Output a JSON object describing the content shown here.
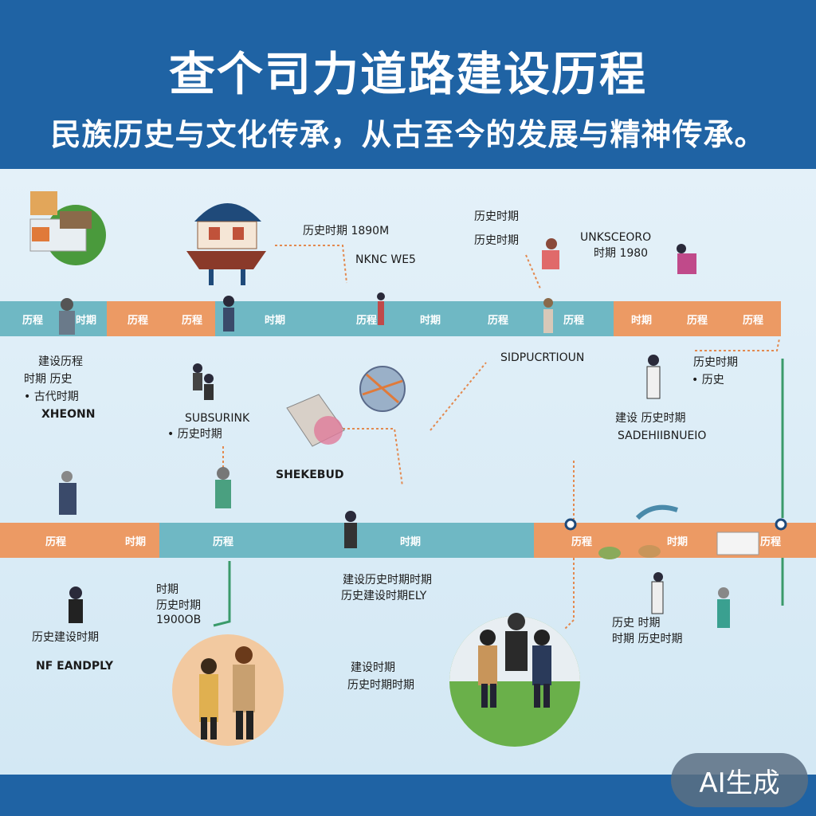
{
  "header": {
    "title": "查个司力道路建设历程",
    "subtitle": "民族历史与文化传承，从古至今的发展与精神传承。"
  },
  "timeline_top": [
    "历程",
    "时期",
    "历程",
    "历程",
    "时期",
    "历程",
    "时期",
    "历程",
    "历程",
    "时期",
    "历程",
    "历程"
  ],
  "timeline_bottom": [
    "历程",
    "时期",
    "历程",
    "时期",
    "历程",
    "时期",
    "历程"
  ],
  "labels": {
    "top_center_1": "历史时期 1890M",
    "top_center_2": "NKNC WE5",
    "top_right_1": "历史时期",
    "top_right_2": "历史时期",
    "top_far_right_1": "UNKSCEORO",
    "top_far_right_2": "时期 1980",
    "left_1": "建设历程",
    "left_2": "时期 历史",
    "left_3": "• 古代时期",
    "left_4": "XHEONN",
    "mid_left_1": "SUBSURINK",
    "mid_left_2": "• 历史时期",
    "mid_right": "SIDPUCRTIOUN",
    "right_1": "历史时期",
    "right_2": "• 历史",
    "right_3": "建设 历史时期",
    "right_4": "SADEHIIBNUEIO",
    "center_low": "SHEKEBUD",
    "lower_left_1": "时期",
    "lower_left_2": "历史时期",
    "lower_left_3": "1900OB",
    "lower_center_1": "建设历史时期时期",
    "lower_center_2": "历史建设时期ELY",
    "lower_right_1": "历史 时期",
    "lower_right_2": "时期 历史时期",
    "bottom_left_1": "历史建设时期",
    "bottom_left_2": "NF EANDPLY",
    "bottom_center_1": "建设时期",
    "bottom_center_2": "历史时期时期"
  },
  "watermark": "AI生成",
  "colors": {
    "header": "#1f63a4",
    "band_orange": "#ec9a64",
    "band_teal": "#6fb8c4",
    "background": "#d9ecf7"
  }
}
